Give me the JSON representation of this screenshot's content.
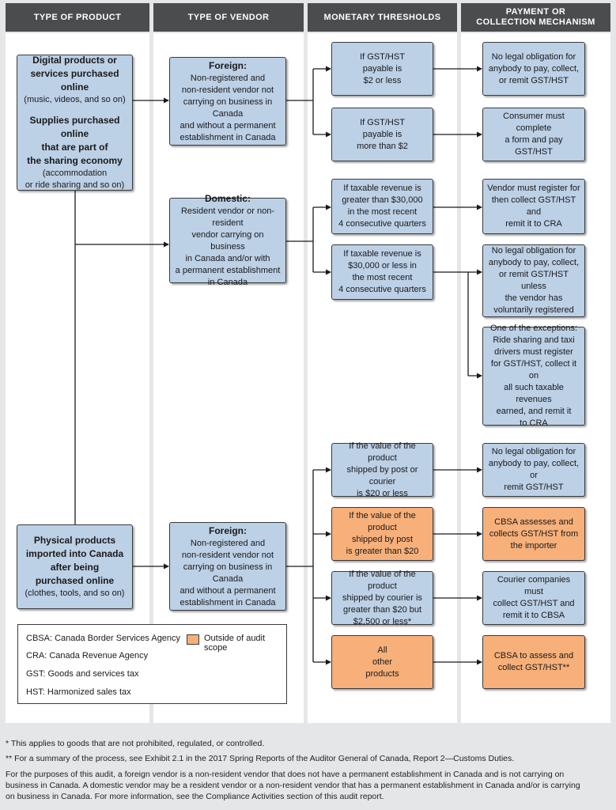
{
  "headers": {
    "product": "TYPE OF PRODUCT",
    "vendor": "TYPE OF VENDOR",
    "thresholds": "MONETARY THRESHOLDS",
    "payment_line1": "PAYMENT OR",
    "payment_line2": "COLLECTION MECHANISM"
  },
  "products": {
    "digital": {
      "title_l1": "Digital products or",
      "title_l2": "services purchased online",
      "sub": "(music, videos, and so on)",
      "title2_l1": "Supplies purchased online",
      "title2_l2": "that are part of",
      "title2_l3": "the sharing economy",
      "sub2_l1": "(accommodation",
      "sub2_l2": "or ride sharing and so on)"
    },
    "physical": {
      "title_l1": "Physical products",
      "title_l2": "imported into Canada",
      "title_l3": "after being",
      "title_l4": "purchased online",
      "sub": "(clothes, tools, and so on)"
    }
  },
  "vendors": {
    "foreign1": {
      "title": "Foreign:",
      "l1": "Non-registered and",
      "l2": "non-resident vendor not",
      "l3": "carrying on business in Canada",
      "l4": "and without a permanent",
      "l5": "establishment in Canada"
    },
    "domestic": {
      "title": "Domestic:",
      "l1": "Resident vendor or non-resident",
      "l2": "vendor carrying on business",
      "l3": "in Canada and/or with",
      "l4": "a permanent establishment",
      "l5": "in Canada"
    },
    "foreign2": {
      "title": "Foreign:",
      "l1": "Non-registered and",
      "l2": "non-resident vendor not",
      "l3": "carrying on business in Canada",
      "l4": "and without a permanent",
      "l5": "establishment in Canada"
    }
  },
  "thresholds": [
    [
      "If GST/HST",
      "payable is",
      "$2 or less"
    ],
    [
      "If GST/HST",
      "payable is",
      "more than $2"
    ],
    [
      "If taxable revenue is",
      "greater than $30,000",
      "in the most recent",
      "4 consecutive quarters"
    ],
    [
      "If taxable revenue is",
      "$30,000 or less in",
      "the most recent",
      "4 consecutive quarters"
    ],
    [
      "If the value of the product",
      "shipped by post or courier",
      "is $20 or less"
    ],
    [
      "If the value of the product",
      "shipped by post",
      "is greater than $20"
    ],
    [
      "If the value of the product",
      "shipped by courier is",
      "greater than $20 but",
      "$2,500 or less*"
    ],
    [
      "All",
      "other",
      "products"
    ]
  ],
  "mechanisms": [
    [
      "No legal obligation for",
      "anybody to pay, collect,",
      "or remit GST/HST"
    ],
    [
      "Consumer must complete",
      "a form and pay",
      "GST/HST"
    ],
    [
      "Vendor must register for",
      "then collect GST/HST and",
      "remit it to CRA"
    ],
    [
      "No legal obligation for",
      "anybody to pay, collect,",
      "or remit GST/HST unless",
      "the vendor has",
      "voluntarily registered"
    ],
    [
      "One of the exceptions:",
      "Ride sharing and taxi",
      "drivers must register",
      "for GST/HST, collect it on",
      "all such taxable revenues",
      "earned, and remit it",
      "to CRA"
    ],
    [
      "No legal obligation for",
      "anybody to pay, collect, or",
      "remit GST/HST"
    ],
    [
      "CBSA assesses and",
      "collects GST/HST from",
      "the importer"
    ],
    [
      "Courier companies must",
      "collect GST/HST and",
      "remit it to CBSA"
    ],
    [
      "CBSA to assess and",
      "collect GST/HST**"
    ]
  ],
  "legend": {
    "items": [
      "CBSA: Canada Border Services Agency",
      "CRA: Canada Revenue Agency",
      "GST: Goods and services tax",
      "HST: Harmonized sales tax"
    ],
    "scope_label": "Outside of audit scope",
    "scope_color": "#f7b07a",
    "box_color": "#bcd0e6"
  },
  "footnotes": {
    "f1": "* This applies to goods that are not prohibited, regulated, or controlled.",
    "f2": "** For a summary of the process, see Exhibit 2.1 in the 2017 Spring Reports of the Auditor General of Canada, Report 2—Customs Duties.",
    "f3_l1": "For the purposes of this audit, a foreign vendor is a non-resident vendor that does not have a permanent establishment in Canada and is not carrying on",
    "f3_l2": "business in Canada. A domestic vendor may be a resident vendor or a non-resident vendor that has a permanent establishment in Canada and/or is carrying",
    "f3_l3": "on business in Canada. For more information, see the Compliance Activities section of this audit report."
  }
}
